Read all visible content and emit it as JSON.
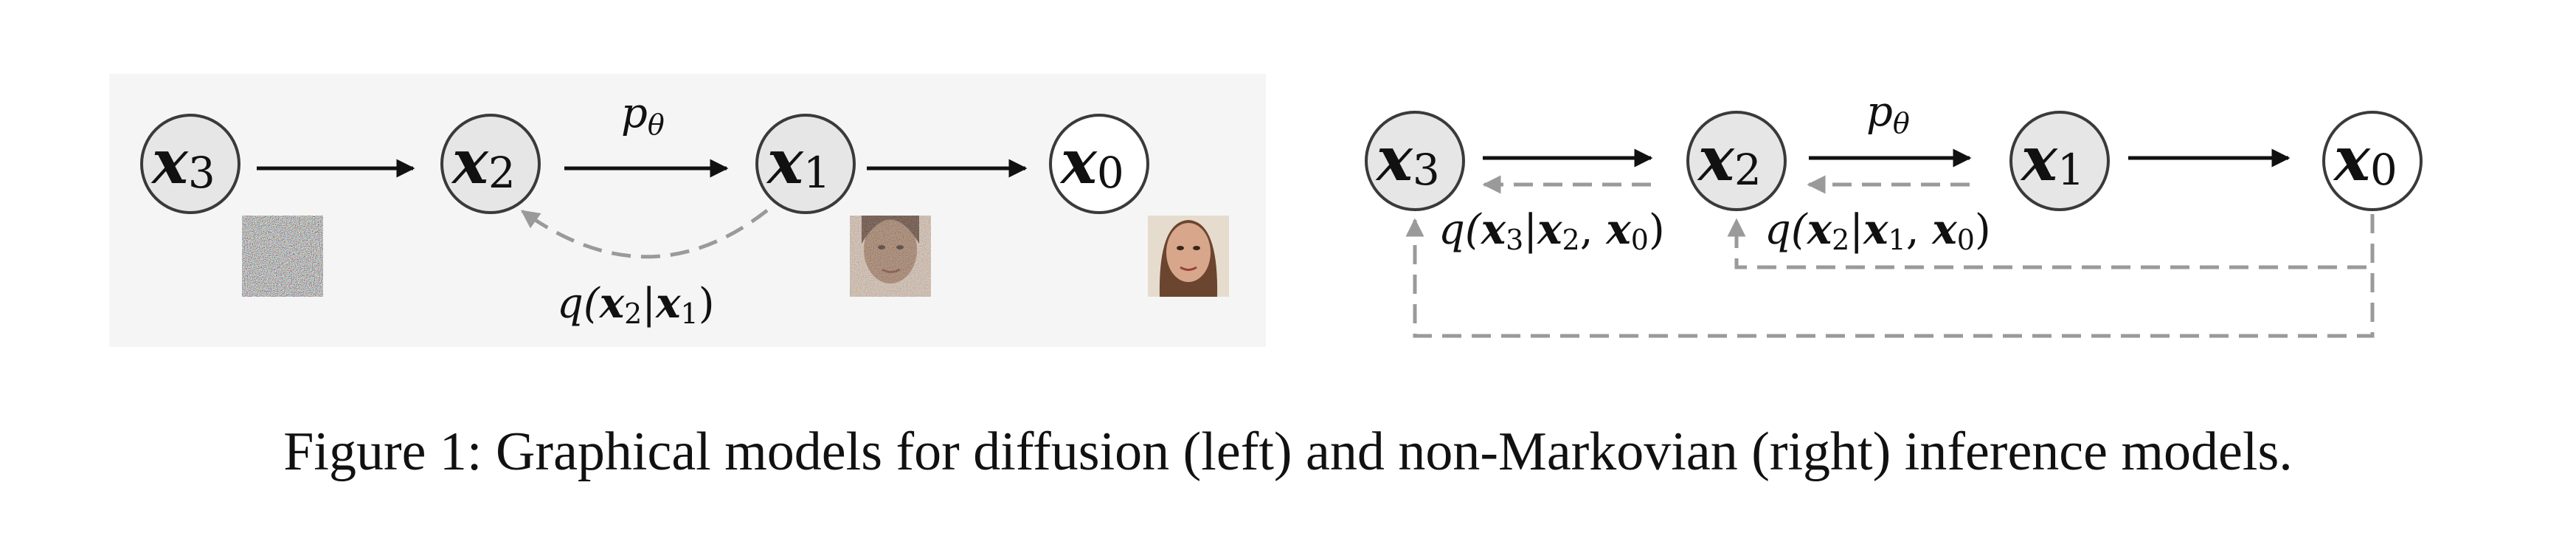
{
  "left_diagram": {
    "nodes": [
      {
        "symbol": "x",
        "subscript": "3"
      },
      {
        "symbol": "x",
        "subscript": "2"
      },
      {
        "symbol": "x",
        "subscript": "1"
      },
      {
        "symbol": "x",
        "subscript": "0"
      }
    ],
    "forward_label": {
      "symbol": "p",
      "subscript": "θ"
    },
    "backward_label": {
      "prefix": "q(",
      "a": "x",
      "a_sub": "2",
      "sep": "|",
      "b": "x",
      "b_sub": "1",
      "suffix": ")"
    }
  },
  "right_diagram": {
    "nodes": [
      {
        "symbol": "x",
        "subscript": "3"
      },
      {
        "symbol": "x",
        "subscript": "2"
      },
      {
        "symbol": "x",
        "subscript": "1"
      },
      {
        "symbol": "x",
        "subscript": "0"
      }
    ],
    "forward_label": {
      "symbol": "p",
      "subscript": "θ"
    },
    "q3_label": {
      "prefix": "q(",
      "a": "x",
      "a_sub": "3",
      "sep": "|",
      "b": "x",
      "b_sub": "2",
      "comma": ", ",
      "c": "x",
      "c_sub": "0",
      "suffix": ")"
    },
    "q2_label": {
      "prefix": "q(",
      "a": "x",
      "a_sub": "2",
      "sep": "|",
      "b": "x",
      "b_sub": "1",
      "comma": ", ",
      "c": "x",
      "c_sub": "0",
      "suffix": ")"
    }
  },
  "caption": "Figure 1: Graphical models for diffusion (left) and non-Markovian (right) inference models.",
  "colors": {
    "node_fill": "#e6e6e6",
    "dashed_edge": "#9a9a9a",
    "panel_bg": "#f5f5f5"
  }
}
